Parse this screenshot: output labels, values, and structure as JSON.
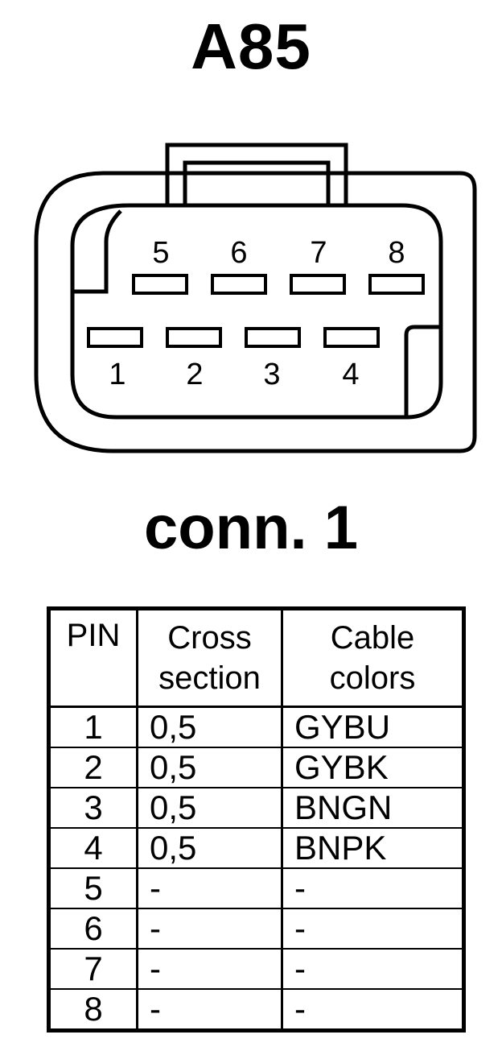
{
  "component_title": "A85",
  "connector_title": "conn. 1",
  "connector": {
    "top_row_pins": [
      "5",
      "6",
      "7",
      "8"
    ],
    "bottom_row_pins": [
      "1",
      "2",
      "3",
      "4"
    ]
  },
  "table": {
    "headers": [
      "PIN",
      "Cross section",
      "Cable colors"
    ],
    "rows": [
      {
        "pin": "1",
        "cross_section": "0,5",
        "color": "GYBU"
      },
      {
        "pin": "2",
        "cross_section": "0,5",
        "color": "GYBK"
      },
      {
        "pin": "3",
        "cross_section": "0,5",
        "color": "BNGN"
      },
      {
        "pin": "4",
        "cross_section": "0,5",
        "color": "BNPK"
      },
      {
        "pin": "5",
        "cross_section": "-",
        "color": "-"
      },
      {
        "pin": "6",
        "cross_section": "-",
        "color": "-"
      },
      {
        "pin": "7",
        "cross_section": "-",
        "color": "-"
      },
      {
        "pin": "8",
        "cross_section": "-",
        "color": "-"
      }
    ]
  }
}
